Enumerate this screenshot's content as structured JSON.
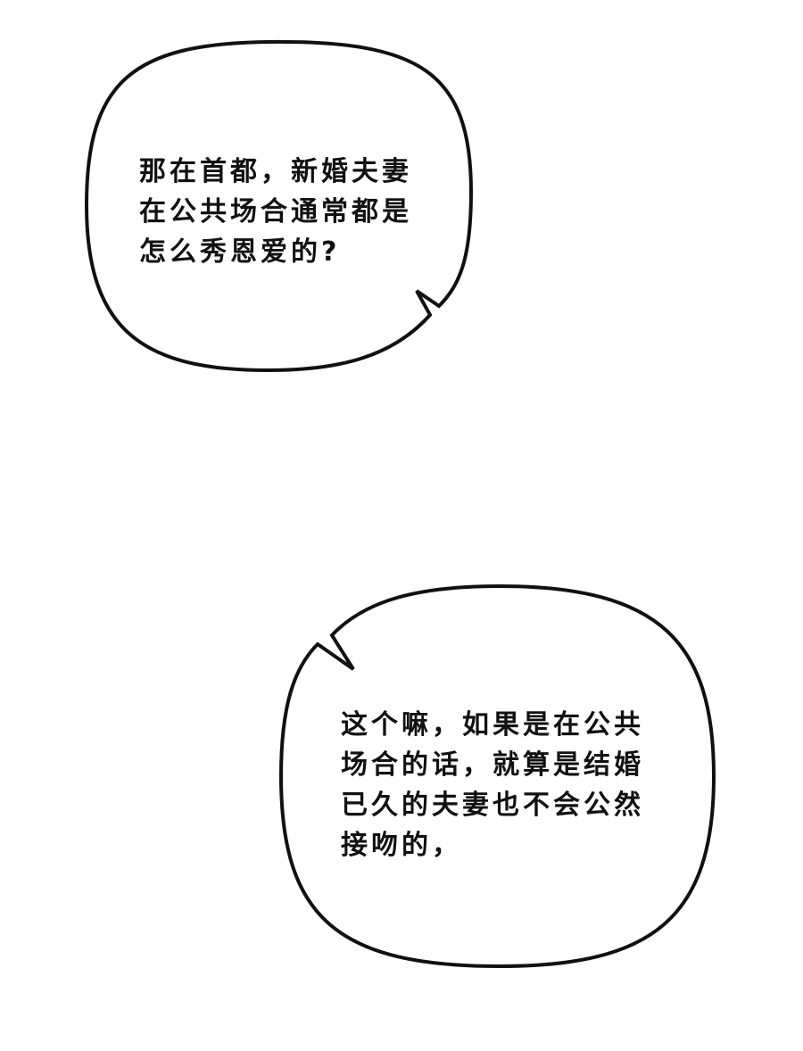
{
  "bubbles": [
    {
      "lines": [
        "那在首都，新婚夫妻",
        "在公共场合通常都是",
        "怎么秀恩爱的?"
      ]
    },
    {
      "lines": [
        "这个嘛，如果是在公共",
        "场合的话，就算是结婚",
        "已久的夫妻也不会公然",
        "接吻的，"
      ]
    }
  ]
}
